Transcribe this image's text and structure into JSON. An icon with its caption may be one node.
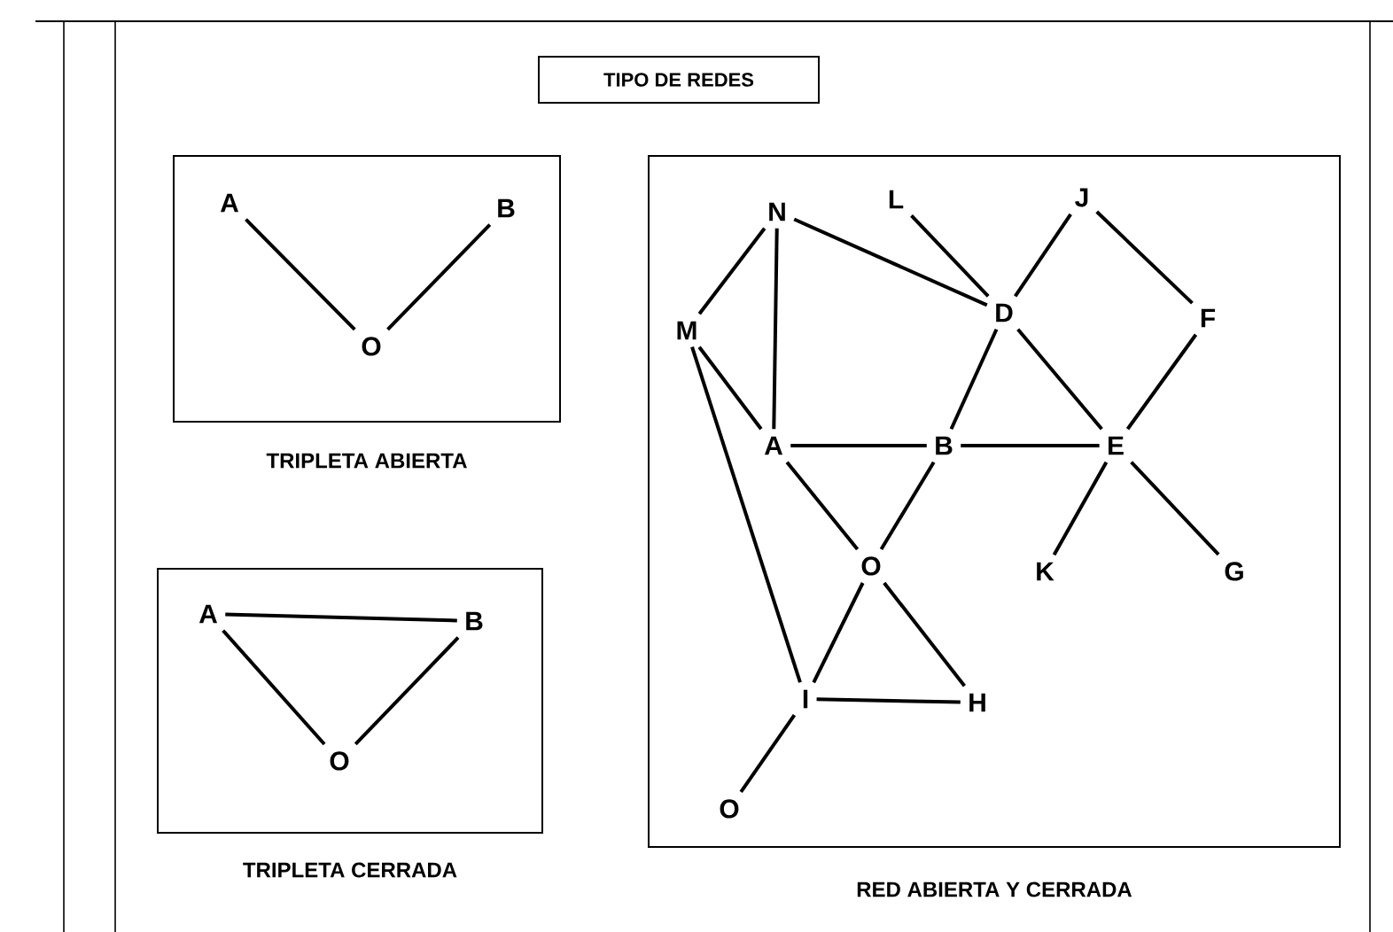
{
  "diagram": {
    "title": "TIPO DE REDES",
    "nodes": [
      {
        "text": [
          "TRIPLETA ABIERTA"
        ]
      },
      {
        "text": [
          "A"
        ],
        "in": 0
      },
      {
        "text": [
          "B"
        ],
        "in": 0
      },
      {
        "text": [
          "O"
        ],
        "in": 0
      },
      {
        "text": [
          "TRIPLETA CERRADA"
        ]
      },
      {
        "text": [
          "A"
        ],
        "in": 4
      },
      {
        "text": [
          "B"
        ],
        "in": 4
      },
      {
        "text": [
          "O"
        ],
        "in": 4
      },
      {
        "text": [
          "RED ABIERTA Y CERRADA"
        ]
      },
      {
        "text": [
          "N"
        ],
        "in": 8
      },
      {
        "text": [
          "L"
        ],
        "in": 8
      },
      {
        "text": [
          "J"
        ],
        "in": 8
      },
      {
        "text": [
          "M"
        ],
        "in": 8
      },
      {
        "text": [
          "D"
        ],
        "in": 8
      },
      {
        "text": [
          "F"
        ],
        "in": 8
      },
      {
        "text": [
          "A"
        ],
        "in": 8
      },
      {
        "text": [
          "B"
        ],
        "in": 8
      },
      {
        "text": [
          "E"
        ],
        "in": 8
      },
      {
        "text": [
          "O"
        ],
        "in": 8
      },
      {
        "text": [
          "K"
        ],
        "in": 8
      },
      {
        "text": [
          "G"
        ],
        "in": 8
      },
      {
        "text": [
          "I"
        ],
        "in": 8
      },
      {
        "text": [
          "H"
        ],
        "in": 8
      },
      {
        "text": [
          "O"
        ],
        "in": 8
      }
    ],
    "edges": [
      {
        "from": 1,
        "to": 3,
        "arrow": "none"
      },
      {
        "from": 2,
        "to": 3,
        "arrow": "none"
      },
      {
        "from": 5,
        "to": 6,
        "arrow": "none"
      },
      {
        "from": 5,
        "to": 7,
        "arrow": "none"
      },
      {
        "from": 6,
        "to": 7,
        "arrow": "none"
      },
      {
        "from": 9,
        "to": 12,
        "arrow": "none"
      },
      {
        "from": 9,
        "to": 15,
        "arrow": "none"
      },
      {
        "from": 9,
        "to": 13,
        "arrow": "none"
      },
      {
        "from": 10,
        "to": 13,
        "arrow": "none"
      },
      {
        "from": 11,
        "to": 13,
        "arrow": "none"
      },
      {
        "from": 11,
        "to": 14,
        "arrow": "none"
      },
      {
        "from": 12,
        "to": 15,
        "arrow": "none"
      },
      {
        "from": 12,
        "to": 21,
        "arrow": "none"
      },
      {
        "from": 13,
        "to": 16,
        "arrow": "none"
      },
      {
        "from": 13,
        "to": 17,
        "arrow": "none"
      },
      {
        "from": 14,
        "to": 17,
        "arrow": "none"
      },
      {
        "from": 15,
        "to": 16,
        "arrow": "none"
      },
      {
        "from": 16,
        "to": 17,
        "arrow": "none"
      },
      {
        "from": 15,
        "to": 18,
        "arrow": "none"
      },
      {
        "from": 16,
        "to": 18,
        "arrow": "none"
      },
      {
        "from": 17,
        "to": 19,
        "arrow": "none"
      },
      {
        "from": 17,
        "to": 20,
        "arrow": "none"
      },
      {
        "from": 18,
        "to": 21,
        "arrow": "none"
      },
      {
        "from": 18,
        "to": 22,
        "arrow": "none"
      },
      {
        "from": 21,
        "to": 22,
        "arrow": "none"
      },
      {
        "from": 21,
        "to": 23,
        "arrow": "none"
      }
    ]
  }
}
